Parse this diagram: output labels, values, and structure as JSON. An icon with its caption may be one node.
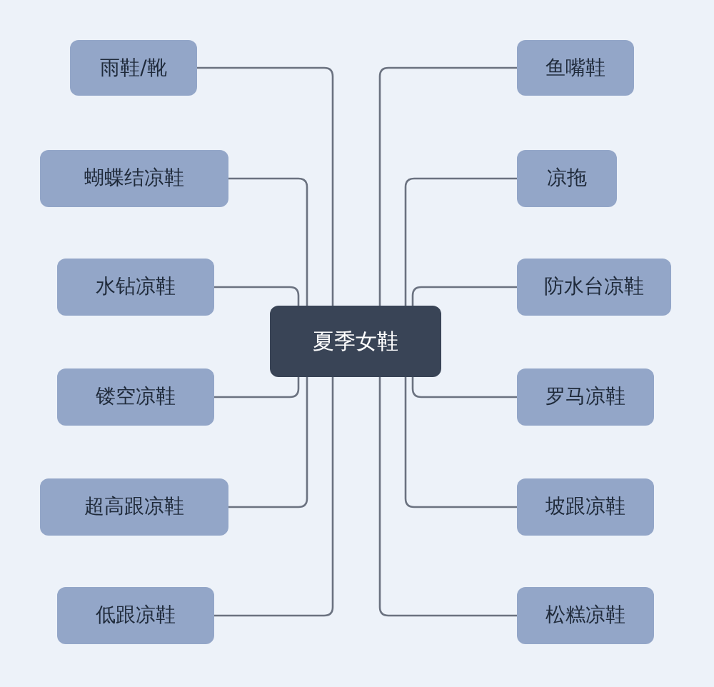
{
  "diagram": {
    "nodes": [
      {
        "text": [
          "夏季女鞋"
        ]
      },
      {
        "text": [
          "雨鞋/靴"
        ]
      },
      {
        "text": [
          "蝴蝶结凉鞋"
        ]
      },
      {
        "text": [
          "水钻凉鞋"
        ]
      },
      {
        "text": [
          "镂空凉鞋"
        ]
      },
      {
        "text": [
          "超高跟凉鞋"
        ]
      },
      {
        "text": [
          "低跟凉鞋"
        ]
      },
      {
        "text": [
          "鱼嘴鞋"
        ]
      },
      {
        "text": [
          "凉拖"
        ]
      },
      {
        "text": [
          "防水台凉鞋"
        ]
      },
      {
        "text": [
          "罗马凉鞋"
        ]
      },
      {
        "text": [
          "坡跟凉鞋"
        ]
      },
      {
        "text": [
          "松糕凉鞋"
        ]
      }
    ],
    "edges": [
      {
        "from": 0,
        "to": 1,
        "arrow": "none"
      },
      {
        "from": 0,
        "to": 2,
        "arrow": "none"
      },
      {
        "from": 0,
        "to": 3,
        "arrow": "none"
      },
      {
        "from": 0,
        "to": 4,
        "arrow": "none"
      },
      {
        "from": 0,
        "to": 5,
        "arrow": "none"
      },
      {
        "from": 0,
        "to": 6,
        "arrow": "none"
      },
      {
        "from": 0,
        "to": 7,
        "arrow": "none"
      },
      {
        "from": 0,
        "to": 8,
        "arrow": "none"
      },
      {
        "from": 0,
        "to": 9,
        "arrow": "none"
      },
      {
        "from": 0,
        "to": 10,
        "arrow": "none"
      },
      {
        "from": 0,
        "to": 11,
        "arrow": "none"
      },
      {
        "from": 0,
        "to": 12,
        "arrow": "none"
      }
    ]
  }
}
